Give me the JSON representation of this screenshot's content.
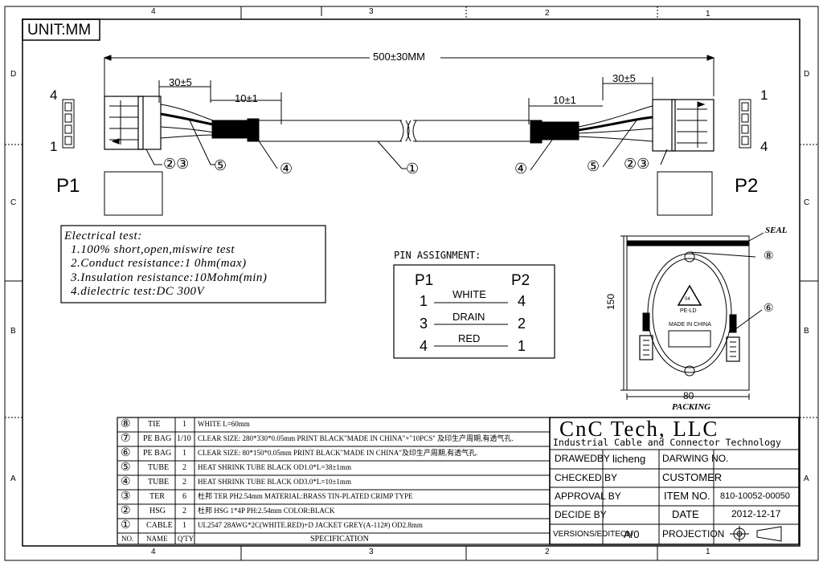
{
  "border": {
    "top_zones": [
      "4",
      "3",
      "2",
      "1"
    ],
    "bottom_zones": [
      "4",
      "3",
      "2",
      "1"
    ],
    "left_zones": [
      "D",
      "C",
      "B",
      "A"
    ],
    "right_zones": [
      "D",
      "C",
      "B",
      "A"
    ]
  },
  "unit_label": "UNIT:MM",
  "dims": {
    "overall": "500±30MM",
    "left_strip": "30±5",
    "left_tube": "10±1",
    "right_strip": "30±5",
    "right_tube": "10±1"
  },
  "connectors": {
    "p1_label": "P1",
    "p2_label": "P2",
    "p1_pin_top": "4",
    "p1_pin_bottom": "1",
    "p2_pin_top": "1",
    "p2_pin_bottom": "4"
  },
  "callouts": {
    "left": [
      "②③",
      "⑤",
      "④",
      "①"
    ],
    "right": [
      "④",
      "⑤",
      "②③"
    ]
  },
  "electrical_test": {
    "title": "Electrical test:",
    "lines": [
      "1.100% short,open,miswire test",
      "2.Conduct resistance:1 0hm(max)",
      "3.Insulation resistance:10Mohm(min)",
      "4.dielectric test:DC 300V"
    ]
  },
  "pin_assignment": {
    "title": "PIN ASSIGNMENT:",
    "p1_header": "P1",
    "p2_header": "P2",
    "rows": [
      {
        "p1": "1",
        "wire": "WHITE",
        "p2": "4"
      },
      {
        "p1": "3",
        "wire": "DRAIN",
        "p2": "2"
      },
      {
        "p1": "4",
        "wire": "RED",
        "p2": "1"
      }
    ]
  },
  "packing": {
    "seal": "SEAL",
    "label": "PACKING",
    "width": "80",
    "height": "150",
    "recycle_code": "04",
    "recycle_material": "PE-LD",
    "made_in": "MADE IN CHINA",
    "item8": "⑧",
    "item6": "⑥"
  },
  "bom": {
    "rows": [
      {
        "no": "⑧",
        "name": "TIE",
        "qty": "1",
        "spec": "WHITE L=60mm"
      },
      {
        "no": "⑦",
        "name": "PE BAG",
        "qty": "1/10",
        "spec": "CLEAR SIZE: 280*330*0.05mm PRINT BLACK\"MADE IN CHINA\"+\"10PCS\" 及印生产周期,有透气孔."
      },
      {
        "no": "⑥",
        "name": "PE BAG",
        "qty": "1",
        "spec": "CLEAR SIZE: 80*150*0.05mm PRINT BLACK\"MADE IN CHINA\"及印生产周期,有透气孔."
      },
      {
        "no": "⑤",
        "name": "TUBE",
        "qty": "2",
        "spec": "HEAT SHRINK TUBE BLACK OD1.0*L=38±1mm"
      },
      {
        "no": "④",
        "name": "TUBE",
        "qty": "2",
        "spec": "HEAT SHRINK TUBE BLACK OD3.0*L=10±1mm"
      },
      {
        "no": "③",
        "name": "TER",
        "qty": "6",
        "spec": "杜邦 TER PH2.54mm  MATERIAL:BRASS TIN-PLATED CRIMP TYPE"
      },
      {
        "no": "②",
        "name": "HSG",
        "qty": "2",
        "spec": "杜邦 HSG 1*4P PH:2.54mm COLOR:BLACK"
      },
      {
        "no": "①",
        "name": "CABLE",
        "qty": "1",
        "spec": "UL2547 28AWG*2C(WHITE.RED)+D JACKET GREY(A-112#) OD2.8mm"
      }
    ],
    "header": {
      "no": "NO.",
      "name": "NAME",
      "qty": "Q'TY",
      "spec": "SPECIFICATION"
    }
  },
  "title_block": {
    "company": "CnC  Tech, LLC",
    "tagline": "Industrial Cable and Connector Technology",
    "drawed_by_label": "DRAWEDBY",
    "drawed_by": "licheng",
    "drawing_no_label": "DARWING NO.",
    "drawing_no": "",
    "checked_by_label": "CHECKED BY",
    "customer_label": "CUSTOMER",
    "customer": "",
    "approval_by_label": "APPROVAL BY",
    "item_no_label": "ITEM NO.",
    "item_no": "810-10052-00050",
    "decide_by_label": "DECIDE BY",
    "date_label": "DATE",
    "date": "2012-12-17",
    "version_label": "VERSIONS/EDITEON",
    "version": "A/0",
    "projection_label": "PROJECTION"
  }
}
